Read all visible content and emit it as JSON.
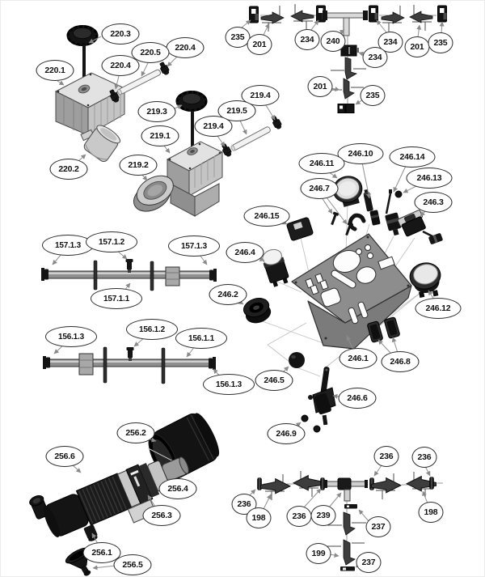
{
  "diagram": {
    "type": "exploded-parts-diagram",
    "background": "#ffffff",
    "balloon_fill": "#ffffff",
    "balloon_border": "#2b2b2b",
    "balloon_text_color": "#111111",
    "part_dark_color": "#161616",
    "panel_gray_color": "#8d8d8d",
    "leader_line_color": "#8f8f8f"
  },
  "balloons": [
    {
      "group": "tank-220",
      "label": "220.3"
    },
    {
      "group": "tank-220",
      "label": "220.4"
    },
    {
      "group": "tank-220",
      "label": "220.5"
    },
    {
      "group": "tank-220",
      "label": "220.4"
    },
    {
      "group": "tank-220",
      "label": "220.1"
    },
    {
      "group": "tank-220",
      "label": "220.2"
    },
    {
      "group": "tank-219",
      "label": "219.3"
    },
    {
      "group": "tank-219",
      "label": "219.4"
    },
    {
      "group": "tank-219",
      "label": "219.5"
    },
    {
      "group": "tank-219",
      "label": "219.4"
    },
    {
      "group": "tank-219",
      "label": "219.1"
    },
    {
      "group": "tank-219",
      "label": "219.2"
    },
    {
      "group": "brackets-top",
      "label": "235"
    },
    {
      "group": "brackets-top",
      "label": "201"
    },
    {
      "group": "brackets-top",
      "label": "234"
    },
    {
      "group": "brackets-top",
      "label": "240"
    },
    {
      "group": "brackets-top",
      "label": "234"
    },
    {
      "group": "brackets-top",
      "label": "201"
    },
    {
      "group": "brackets-top",
      "label": "235"
    },
    {
      "group": "brackets-top",
      "label": "234"
    },
    {
      "group": "brackets-top",
      "label": "201"
    },
    {
      "group": "brackets-top",
      "label": "235"
    },
    {
      "group": "panel-246",
      "label": "246.10"
    },
    {
      "group": "panel-246",
      "label": "246.11"
    },
    {
      "group": "panel-246",
      "label": "246.14"
    },
    {
      "group": "panel-246",
      "label": "246.13"
    },
    {
      "group": "panel-246",
      "label": "246.7"
    },
    {
      "group": "panel-246",
      "label": "246.3"
    },
    {
      "group": "panel-246",
      "label": "246.15"
    },
    {
      "group": "panel-246",
      "label": "246.4"
    },
    {
      "group": "panel-246",
      "label": "246.2"
    },
    {
      "group": "panel-246",
      "label": "246.12"
    },
    {
      "group": "panel-246",
      "label": "246.1"
    },
    {
      "group": "panel-246",
      "label": "246.8"
    },
    {
      "group": "panel-246",
      "label": "246.5"
    },
    {
      "group": "panel-246",
      "label": "246.6"
    },
    {
      "group": "panel-246",
      "label": "246.9"
    },
    {
      "group": "shaft-157",
      "label": "157.1.3"
    },
    {
      "group": "shaft-157",
      "label": "157.1.2"
    },
    {
      "group": "shaft-157",
      "label": "157.1.3"
    },
    {
      "group": "shaft-157",
      "label": "157.1.1"
    },
    {
      "group": "shaft-156",
      "label": "156.1.3"
    },
    {
      "group": "shaft-156",
      "label": "156.1.2"
    },
    {
      "group": "shaft-156",
      "label": "156.1.1"
    },
    {
      "group": "shaft-156",
      "label": "156.1.3"
    },
    {
      "group": "blower-256",
      "label": "256.2"
    },
    {
      "group": "blower-256",
      "label": "256.6"
    },
    {
      "group": "blower-256",
      "label": "256.4"
    },
    {
      "group": "blower-256",
      "label": "256.3"
    },
    {
      "group": "blower-256",
      "label": "256.1"
    },
    {
      "group": "blower-256",
      "label": "256.5"
    },
    {
      "group": "brackets-bottom",
      "label": "236"
    },
    {
      "group": "brackets-bottom",
      "label": "236"
    },
    {
      "group": "brackets-bottom",
      "label": "236"
    },
    {
      "group": "brackets-bottom",
      "label": "198"
    },
    {
      "group": "brackets-bottom",
      "label": "236"
    },
    {
      "group": "brackets-bottom",
      "label": "239"
    },
    {
      "group": "brackets-bottom",
      "label": "237"
    },
    {
      "group": "brackets-bottom",
      "label": "198"
    },
    {
      "group": "brackets-bottom",
      "label": "199"
    },
    {
      "group": "brackets-bottom",
      "label": "237"
    }
  ]
}
